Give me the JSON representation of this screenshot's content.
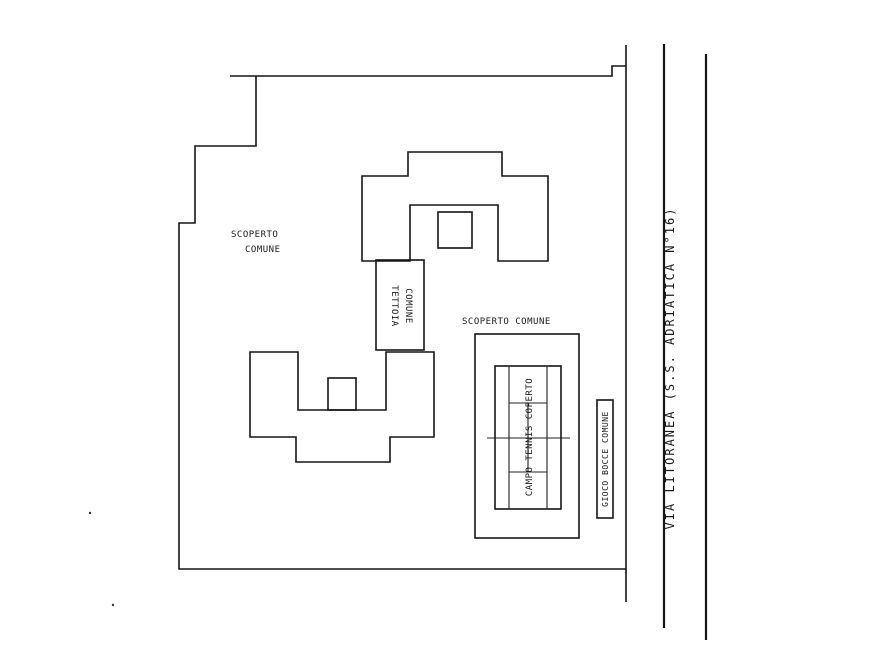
{
  "labels": {
    "scoperto_1_line1": "SCOPERTO",
    "scoperto_1_line2": "COMUNE",
    "tettoia_line1": "TETTOIA",
    "tettoia_line2": "COMUNE",
    "scoperto_2": "SCOPERTO COMUNE",
    "campo_tennis": "CAMPO TENNIS COPERTO",
    "gioco_bocce": "GIOCO BOCCE COMUNE",
    "road": "VIA LITORANEA (S.S. ADRIATICA N°16)"
  }
}
